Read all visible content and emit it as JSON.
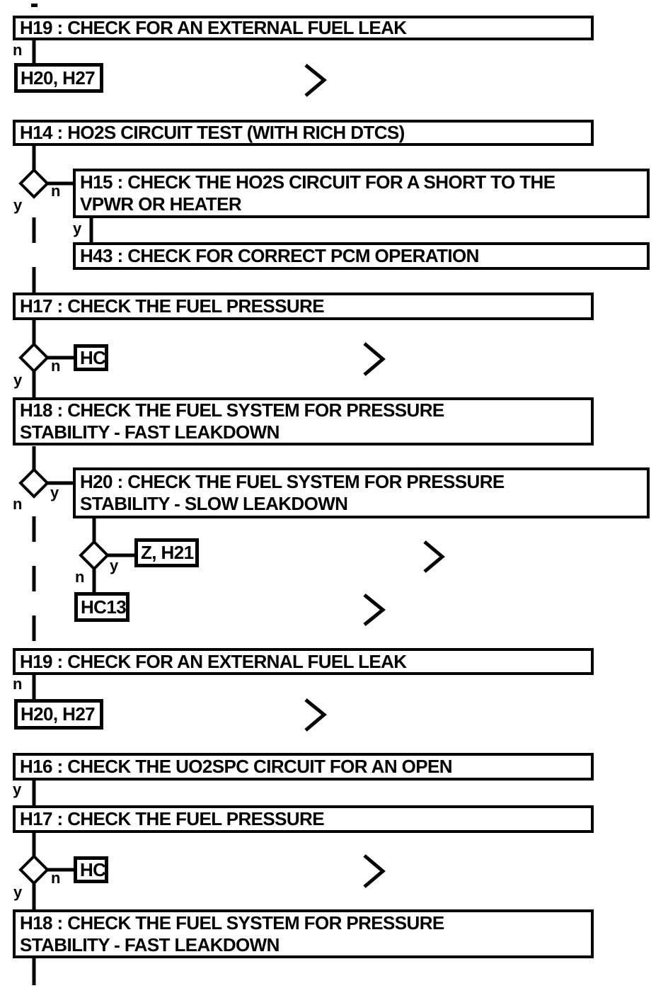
{
  "diagram": {
    "colors": {
      "foreground": "#000000",
      "background": "#ffffff",
      "node_fill": "#ffffff"
    },
    "labels": {
      "yes": "y",
      "no": "n"
    },
    "nodes": {
      "h19_top": {
        "label": "H19 : CHECK FOR AN EXTERNAL FUEL LEAK"
      },
      "h20_h27_top": {
        "label": "H20, H27"
      },
      "h14": {
        "label": "H14 : HO2S CIRCUIT TEST (WITH RICH DTCS)"
      },
      "h15": {
        "line1": "H15 : CHECK THE HO2S CIRCUIT FOR A SHORT TO THE",
        "line2": "VPWR OR HEATER"
      },
      "h43": {
        "label": "H43 : CHECK FOR CORRECT PCM OPERATION"
      },
      "h17_top": {
        "label": "H17 : CHECK THE FUEL PRESSURE"
      },
      "hc_top": {
        "label": "HC"
      },
      "h18_top": {
        "line1": "H18 : CHECK THE FUEL SYSTEM FOR PRESSURE",
        "line2": "STABILITY - FAST LEAKDOWN"
      },
      "h20_slow": {
        "line1": "H20 : CHECK THE FUEL SYSTEM FOR PRESSURE",
        "line2": "STABILITY - SLOW LEAKDOWN"
      },
      "z_h21": {
        "label": "Z, H21"
      },
      "hc13": {
        "label": "HC13"
      },
      "h19_bottom": {
        "label": "H19 : CHECK FOR AN EXTERNAL FUEL LEAK"
      },
      "h20_h27_bottom": {
        "label": "H20, H27"
      },
      "h16": {
        "label": "H16 : CHECK THE UO2SPC CIRCUIT FOR AN OPEN"
      },
      "h17_bottom": {
        "label": "H17 : CHECK THE FUEL PRESSURE"
      },
      "hc_bottom": {
        "label": "HC"
      },
      "h18_bottom": {
        "line1": "H18 : CHECK THE FUEL SYSTEM FOR PRESSURE",
        "line2": "STABILITY - FAST LEAKDOWN"
      }
    }
  }
}
